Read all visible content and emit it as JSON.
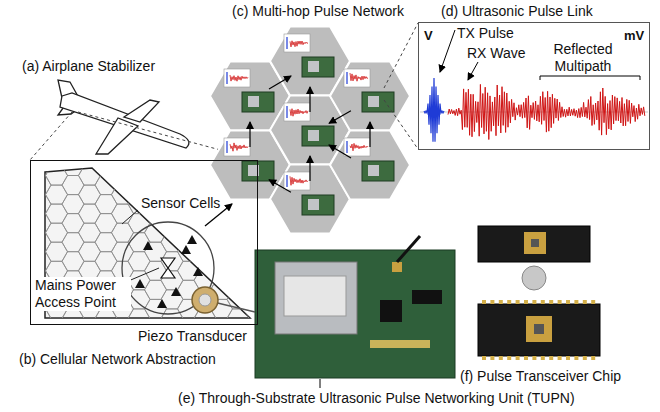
{
  "diagram": {
    "nodes": [
      {
        "text": [
          "Sensor Cells",
          "Mains Power Access Point",
          "(b) Cellular Network Abstraction"
        ]
      },
      {
        "text": [
          "(d) Ultrasonic Pulse Link",
          "TX Pulse",
          "V",
          "RX Wave",
          "Reflected Multipath",
          "mV"
        ]
      }
    ],
    "labels": [
      "(a) Airplane Stabilizer",
      "(c) Multi-hop Pulse Network",
      "Piezo Transducer",
      "(e) Through-Substrate Ultrasonic Pulse Networking Unit (TUPN)",
      "(f) Pulse Transceiver Chip"
    ]
  }
}
